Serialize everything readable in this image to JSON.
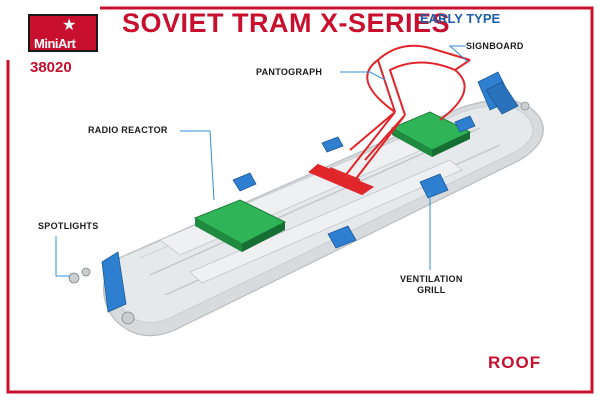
{
  "header": {
    "brand": "MiniArt",
    "title": "SOVIET TRAM X-SERIES",
    "subtitle": "EARLY TYPE",
    "kit_code": "38020"
  },
  "callouts": {
    "signboard": "SIGNBOARD",
    "pantograph": "PANTOGRAPH",
    "radio_reactor": "RADIO REACTOR",
    "spotlights": "SPOTLIGHTS",
    "ventilation_line1": "VENTILATION",
    "ventilation_line2": "GRILL"
  },
  "footer": {
    "section": "ROOF"
  },
  "colors": {
    "brand_red": "#c8102e",
    "accent_blue": "#1e5fa8",
    "part_green": "#22a34a",
    "part_blue": "#2f7fd0",
    "part_red": "#e0262b",
    "roof_grey": "#dfe3e6"
  }
}
